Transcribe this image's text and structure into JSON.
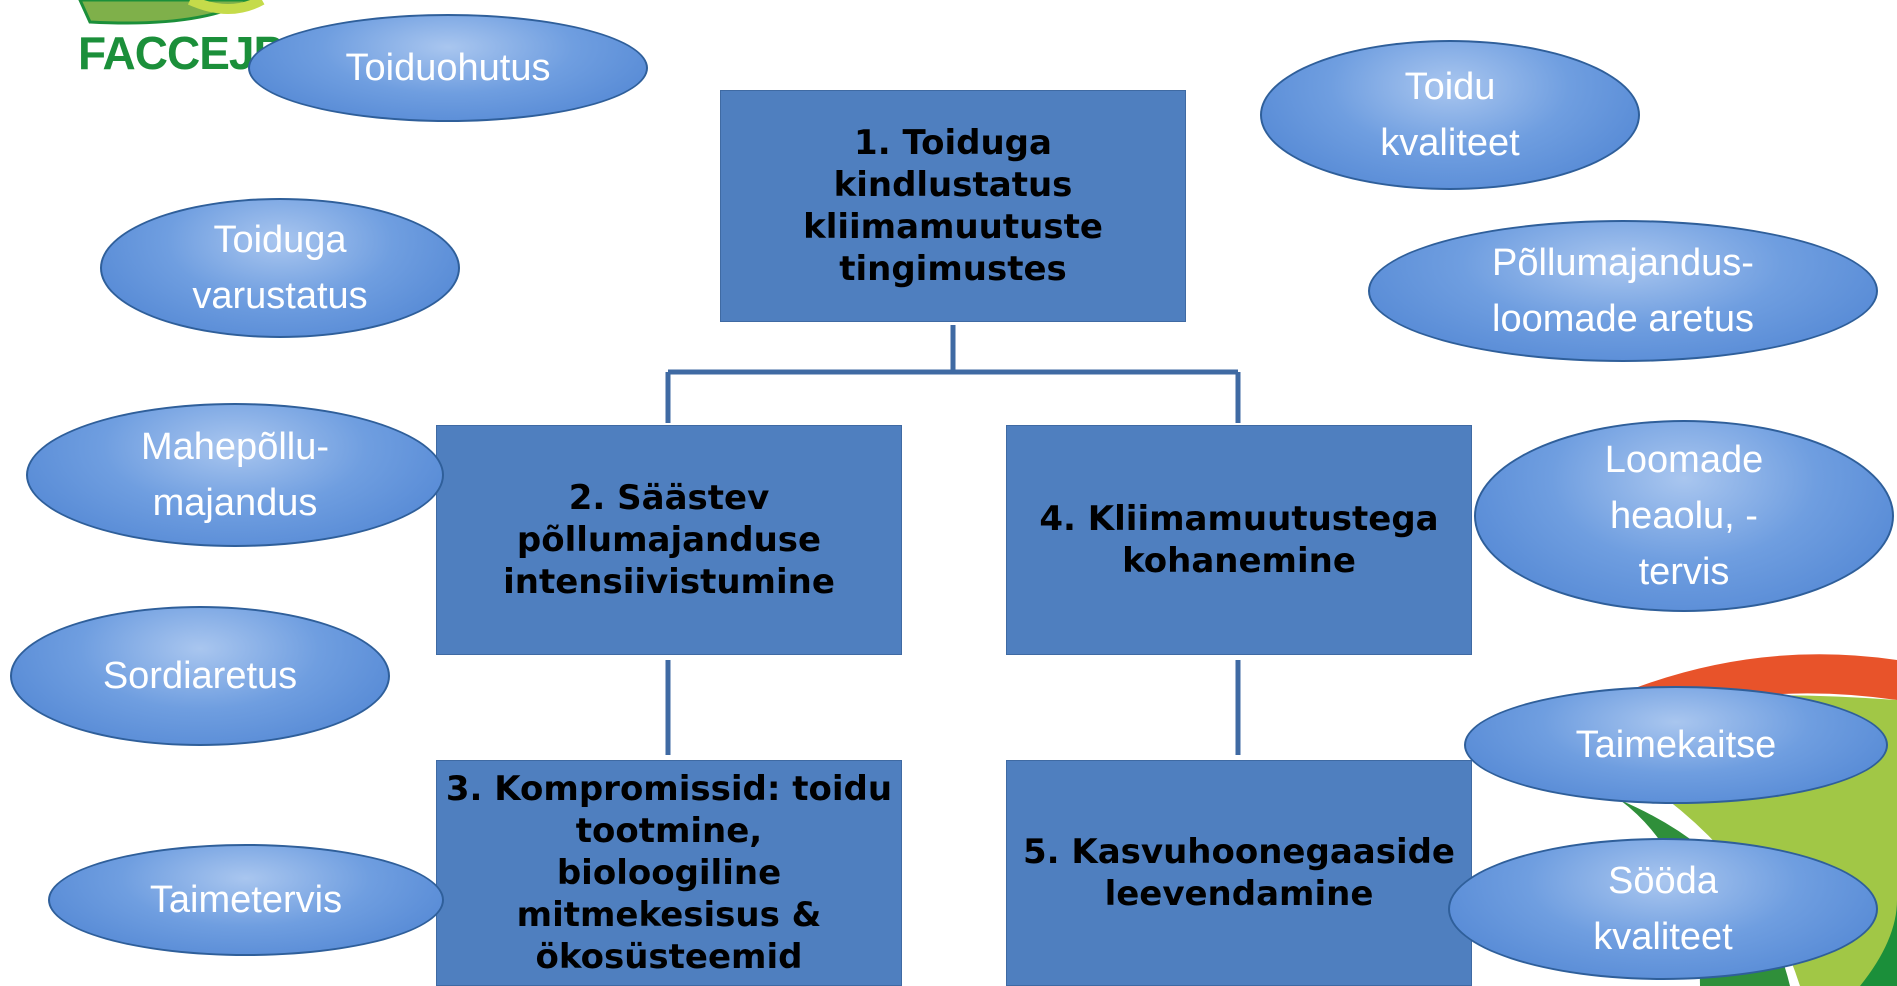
{
  "logo": {
    "text": "FACCEJP"
  },
  "boxes": {
    "b1": "1. Toiduga kindlustatus\nkliimamuutuste\ntingimustes",
    "b2": "2. Säästev\npõllumajanduse\nintensiivistumine",
    "b3": "3. Kompromissid: toidu\ntootmine,\nbioloogiline\nmitmekesisus &\nökosüsteemid",
    "b4": "4. Kliimamuutustega\nkohanemine",
    "b5": "5. Kasvuhoonegaaside\nleevendamine"
  },
  "ovals": {
    "toiduohutus": "Toiduohutus",
    "toidu_kvaliteet": "Toidu\nkvaliteet",
    "toiduga_varustatus": "Toiduga\nvarustatus",
    "pollumajandus_loomade": "Põllumajandus-\nloomade aretus",
    "mahepollu": "Mahepõllu-\nmajandus",
    "loomade_heaolu": "Loomade\nheaolu, -\ntervis",
    "sordiaretus": "Sordiaretus",
    "taimekaitse": "Taimekaitse",
    "taimetervis": "Taimetervis",
    "sooda_kvaliteet": "Sööda\nkvaliteet"
  },
  "colors": {
    "box_fill": "#4f7fbf",
    "oval_fill": "#6f9ee0",
    "connector": "#3f6aa3",
    "logo_green": "#1b8f3a",
    "swoosh_orange": "#e8532a",
    "swoosh_green": "#9cc43c"
  }
}
